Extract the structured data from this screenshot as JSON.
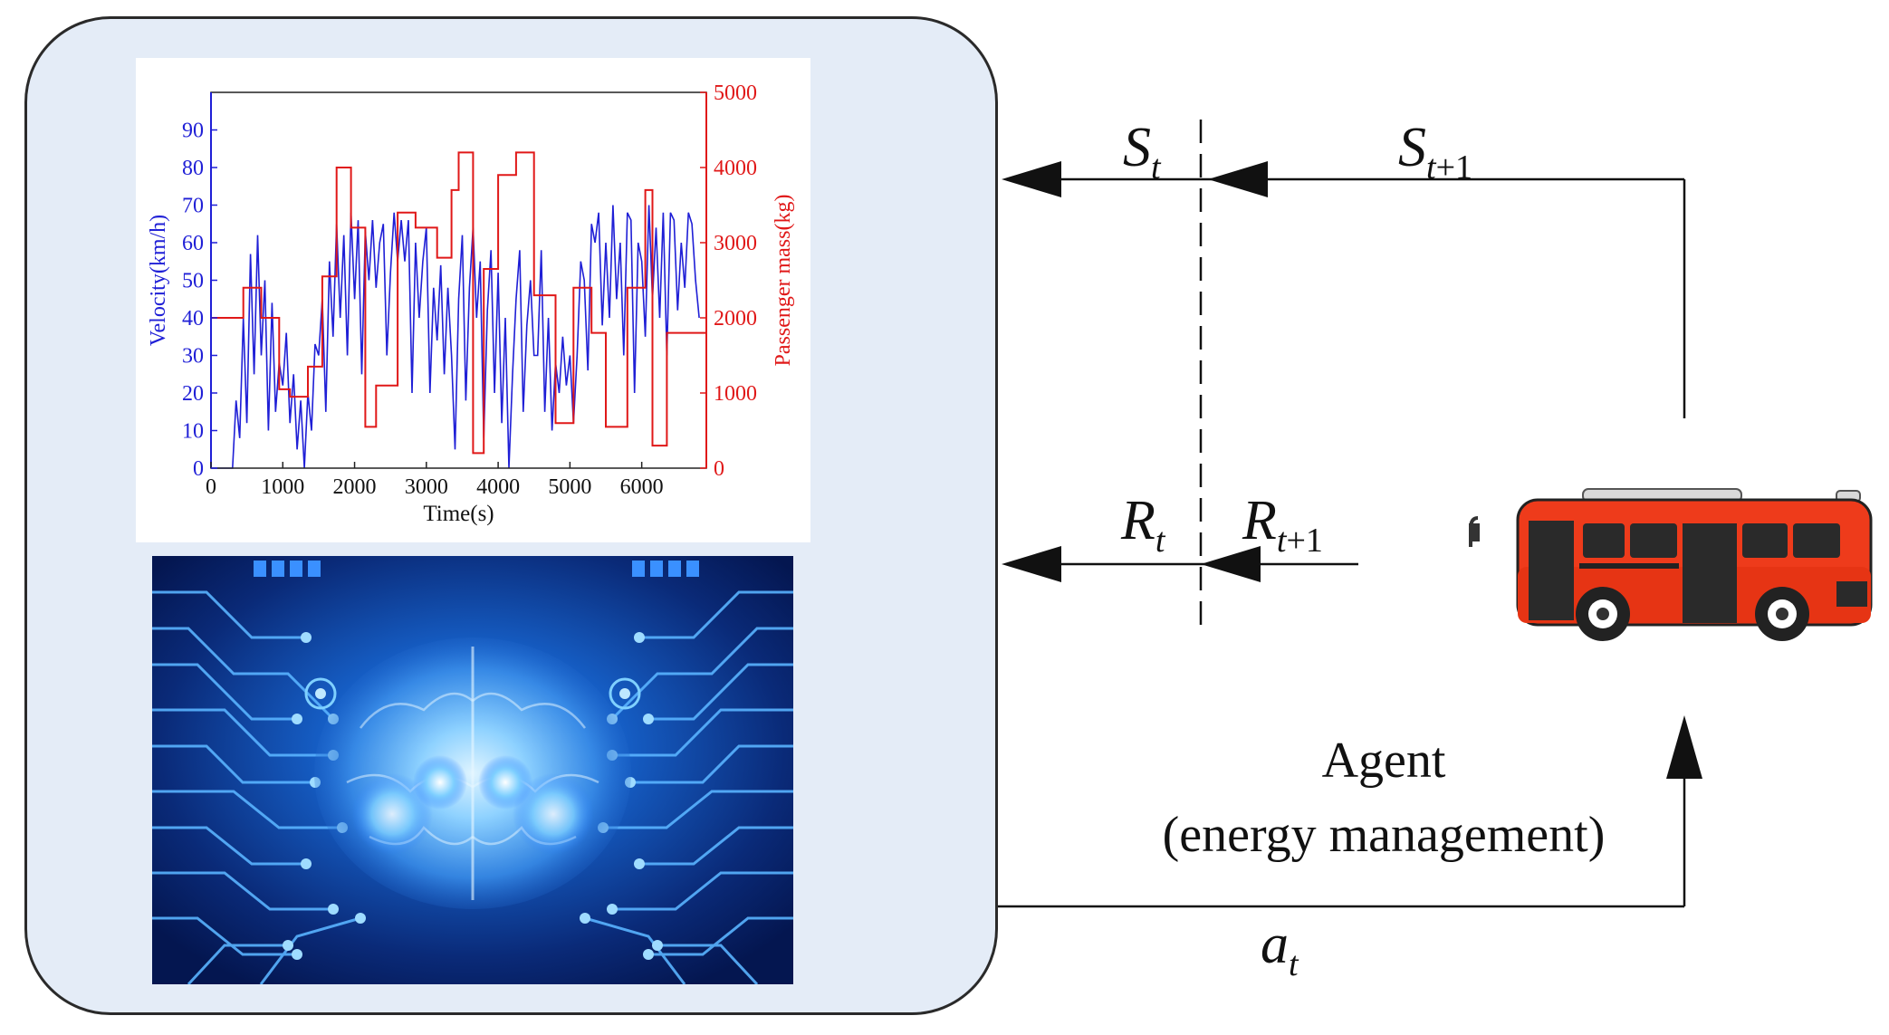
{
  "labels": {
    "s_t": {
      "main": "S",
      "sub": "t",
      "sub_num": ""
    },
    "s_t1": {
      "main": "S",
      "sub": "t",
      "sub_num": "+1"
    },
    "r_t": {
      "main": "R",
      "sub": "t",
      "sub_num": ""
    },
    "r_t1": {
      "main": "R",
      "sub": "t",
      "sub_num": "+1"
    },
    "a_t": {
      "main": "a",
      "sub": "t",
      "sub_num": ""
    },
    "agent_line1": "Agent",
    "agent_line2": "(energy management)"
  },
  "colors": {
    "velocity": "#1f1fd6",
    "mass": "#e01818",
    "bus_body": "#ee3b1b",
    "box_fill": "#e4ecf7"
  },
  "icons": {
    "vehicle": "bus-icon",
    "brain": "brain-circuit-icon"
  },
  "chart_data": {
    "type": "line",
    "xlabel": "Time(s)",
    "ylabel_left": "Velocity(km/h)",
    "ylabel_right": "Passenger mass(kg)",
    "xlim": [
      0,
      6900
    ],
    "ylim_left": [
      0,
      100
    ],
    "ylim_right": [
      0,
      5000
    ],
    "xticks": [
      0,
      1000,
      2000,
      3000,
      4000,
      5000,
      6000
    ],
    "yticks_left": [
      0,
      10,
      20,
      30,
      40,
      50,
      60,
      70,
      80,
      90
    ],
    "yticks_right": [
      0,
      1000,
      2000,
      3000,
      4000,
      5000
    ],
    "series": [
      {
        "name": "Velocity(km/h)",
        "axis": "left",
        "x": [
          0,
          300,
          350,
          400,
          450,
          500,
          550,
          600,
          650,
          700,
          750,
          800,
          850,
          900,
          950,
          1000,
          1050,
          1100,
          1150,
          1200,
          1250,
          1300,
          1350,
          1400,
          1450,
          1500,
          1550,
          1600,
          1650,
          1700,
          1750,
          1800,
          1850,
          1900,
          1950,
          2000,
          2050,
          2100,
          2150,
          2200,
          2250,
          2300,
          2350,
          2400,
          2450,
          2500,
          2550,
          2600,
          2650,
          2700,
          2750,
          2800,
          2850,
          2900,
          2950,
          3000,
          3050,
          3100,
          3150,
          3200,
          3250,
          3300,
          3350,
          3400,
          3450,
          3500,
          3550,
          3600,
          3650,
          3700,
          3750,
          3800,
          3850,
          3900,
          3950,
          4000,
          4050,
          4100,
          4150,
          4200,
          4250,
          4300,
          4350,
          4400,
          4450,
          4500,
          4550,
          4600,
          4650,
          4700,
          4750,
          4800,
          4850,
          4900,
          4950,
          5000,
          5050,
          5100,
          5150,
          5200,
          5250,
          5300,
          5350,
          5400,
          5450,
          5500,
          5550,
          5600,
          5650,
          5700,
          5750,
          5800,
          5850,
          5900,
          5950,
          6000,
          6050,
          6100,
          6150,
          6200,
          6250,
          6300,
          6350,
          6400,
          6450,
          6500,
          6550,
          6600,
          6650,
          6700,
          6750,
          6800
        ],
        "y": [
          0,
          0,
          18,
          8,
          40,
          12,
          57,
          25,
          62,
          30,
          50,
          10,
          44,
          15,
          28,
          22,
          36,
          12,
          25,
          5,
          18,
          0,
          20,
          10,
          33,
          30,
          45,
          15,
          55,
          35,
          65,
          40,
          62,
          30,
          68,
          45,
          66,
          25,
          63,
          50,
          66,
          48,
          60,
          65,
          30,
          52,
          68,
          55,
          66,
          55,
          66,
          20,
          60,
          40,
          55,
          64,
          20,
          48,
          34,
          54,
          25,
          48,
          30,
          5,
          45,
          62,
          18,
          48,
          64,
          40,
          55,
          8,
          42,
          58,
          20,
          52,
          12,
          40,
          0,
          25,
          45,
          58,
          15,
          38,
          50,
          30,
          30,
          58,
          15,
          40,
          10,
          28,
          20,
          35,
          22,
          30,
          12,
          30,
          55,
          50,
          26,
          65,
          60,
          68,
          38,
          60,
          40,
          70,
          45,
          60,
          30,
          68,
          66,
          20,
          60,
          55,
          35,
          70,
          45,
          64,
          40,
          68,
          30,
          68,
          66,
          42,
          60,
          48,
          68,
          65,
          50,
          40
        ],
        "color": "#1f1fd6"
      },
      {
        "name": "Passenger mass(kg)",
        "axis": "right",
        "step": true,
        "x": [
          0,
          450,
          700,
          950,
          1100,
          1350,
          1550,
          1750,
          1950,
          2150,
          2300,
          2600,
          2850,
          3150,
          3350,
          3450,
          3650,
          3800,
          4000,
          4250,
          4500,
          4800,
          5050,
          5300,
          5500,
          5800,
          6050,
          6150,
          6350,
          6550,
          6900
        ],
        "y": [
          2000,
          2400,
          2000,
          1050,
          950,
          1350,
          2550,
          4000,
          3200,
          550,
          1100,
          3400,
          3200,
          2800,
          3700,
          4200,
          200,
          2650,
          3900,
          4200,
          2300,
          600,
          2400,
          1800,
          550,
          2400,
          3700,
          300,
          1800,
          1800,
          1800
        ],
        "color": "#e01818"
      }
    ]
  }
}
